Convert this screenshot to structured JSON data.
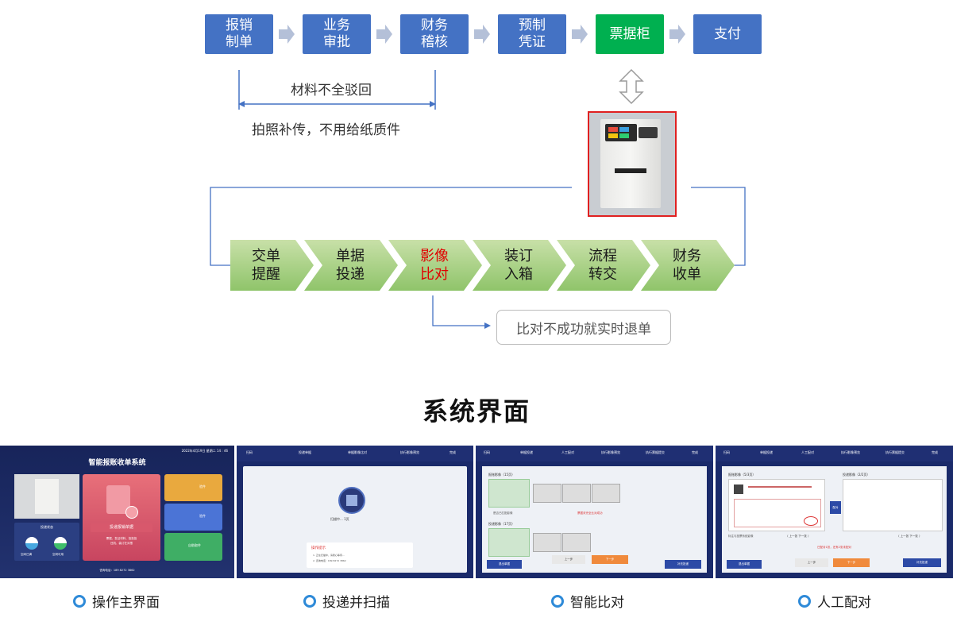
{
  "process_flow": {
    "steps": [
      {
        "label": "报销\n制单",
        "color": "#4472c4"
      },
      {
        "label": "业务\n审批",
        "color": "#4472c4"
      },
      {
        "label": "财务\n稽核",
        "color": "#4472c4"
      },
      {
        "label": "预制\n凭证",
        "color": "#4472c4"
      },
      {
        "label": "票据柜",
        "color": "#00b050"
      },
      {
        "label": "支付",
        "color": "#4472c4"
      }
    ],
    "reject_note": "材料不全驳回",
    "supplement_note": "拍照补传，不用给纸质件"
  },
  "cabinet_flow": {
    "steps": [
      {
        "label": "交单\n提醒",
        "highlight": false
      },
      {
        "label": "单据\n投递",
        "highlight": false
      },
      {
        "label": "影像\n比对",
        "highlight": true
      },
      {
        "label": "装订\n入箱",
        "highlight": false
      },
      {
        "label": "流程\n转交",
        "highlight": false
      },
      {
        "label": "财务\n收单",
        "highlight": false
      }
    ],
    "fail_note": "比对不成功就实时退单",
    "highlight_color": "#e00000"
  },
  "section_title": "系统界面",
  "screens": {
    "main": {
      "title": "智能报账收单系统",
      "datetime": "2022年4月19日 星期二 14 : 46",
      "center_button": "投递报销单据",
      "center_desc": "票据、发证材料、投投投\n还机、装订在对根",
      "right_buttons": [
        "验件",
        "验件",
        "自助取件"
      ],
      "footer": "咨询电话：189 8272 3862",
      "status_title": "投递状态",
      "gauges": [
        "空间已满",
        "空闲可用"
      ]
    },
    "scan": {
      "steps": [
        "扫码",
        "投递单据",
        "单据影像比对",
        "执行影像预览",
        "完成"
      ],
      "scanning": "扫描中... 1页",
      "tip_title": "操作提示",
      "tip_lines": [
        "1. 正在扫描中，请耐心等待...",
        "2. 咨询电话：189 8272 3862"
      ]
    },
    "compare": {
      "steps": [
        "扫码",
        "单据投递",
        "人工配对",
        "执行影像预览",
        "执行票据提交",
        "完成"
      ],
      "section_a": "报账影像（15页）",
      "section_b": "投递影像（17页）",
      "alert": "票据未完全比对成功",
      "btn_left": "退出单据",
      "btn_prev": "上一步",
      "btn_next": "下一步",
      "btn_right": "补充投递",
      "checkbox": "是否已匹配影像"
    },
    "manual": {
      "steps": [
        "扫码",
        "单据投递",
        "人工配对",
        "执行影像预览",
        "执行票据提交",
        "完成"
      ],
      "section_a": "报账影像（5/3页）",
      "section_b": "投递影像（2/2页）",
      "match_btn": "配对",
      "alert": "已配对1张，还有2张未配对",
      "pager": "〈 上一张     下一张 〉",
      "note": "标注与投票系统影像",
      "btn_left": "退出单据",
      "btn_prev": "上一步",
      "btn_next": "下一步",
      "btn_right": "补充投递"
    }
  },
  "captions": [
    "操作主界面",
    "投递并扫描",
    "智能比对",
    "人工配对"
  ]
}
